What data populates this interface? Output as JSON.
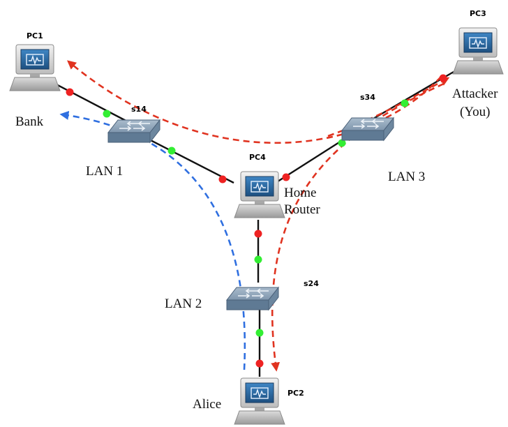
{
  "pcs": {
    "pc1": {
      "name": "PC1",
      "role": "Bank"
    },
    "pc2": {
      "name": "PC2",
      "role": "Alice"
    },
    "pc3": {
      "name": "PC3",
      "role_line1": "Attacker",
      "role_line2": "(You)"
    },
    "pc4": {
      "name": "PC4",
      "role_line1": "Home",
      "role_line2": "Router"
    }
  },
  "switches": {
    "s14": {
      "name": "s14",
      "lan": "LAN 1"
    },
    "s24": {
      "name": "s24",
      "lan": "LAN 2"
    },
    "s34": {
      "name": "s34",
      "lan": "LAN 3"
    }
  },
  "colors": {
    "link": "#111111",
    "port_up": "#33ee33",
    "port_router": "#ee2222",
    "flow_attacker": "#e03320",
    "flow_normal": "#2f6fe0",
    "switch_body": "#7f96ad",
    "screen": "#2d6fa8"
  },
  "icons": {
    "pc": "computer-icon",
    "switch": "network-switch-icon"
  }
}
